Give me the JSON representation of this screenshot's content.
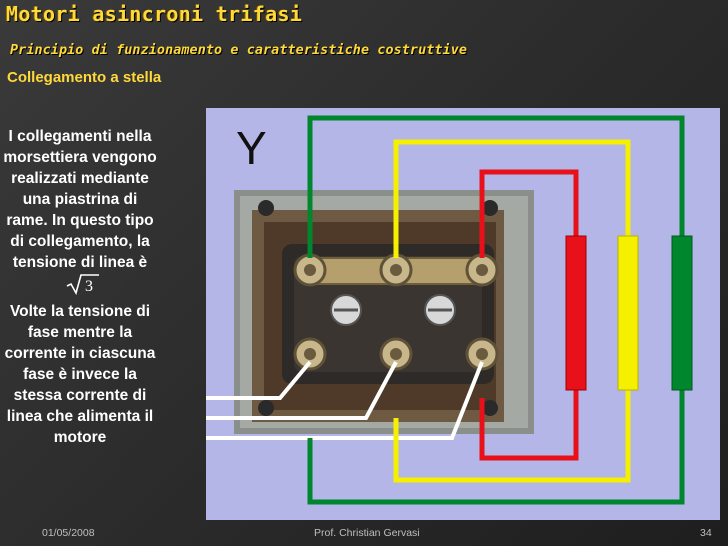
{
  "title": "Motori asincroni trifasi",
  "subtitle": "Principio di funzionamento e caratteristiche costruttive",
  "heading": "Collegamento a stella",
  "text_block": {
    "part1": "I collegamenti nella morsettiera vengono realizzati mediante una piastrina di rame. In questo tipo di collegamento, la tensione di linea è",
    "sqrt_value": "3",
    "part2": "Volte la tensione di fase mentre la corrente in ciascuna fase è invece la stessa corrente di linea che alimenta il motore"
  },
  "diagram": {
    "label": "Y",
    "phase_colors": [
      "#e8111a",
      "#f5ef00",
      "#00872e"
    ],
    "background": "#b3b6e6"
  },
  "footer": {
    "date": "01/05/2008",
    "author": "Prof. Christian Gervasi",
    "page": "34"
  }
}
